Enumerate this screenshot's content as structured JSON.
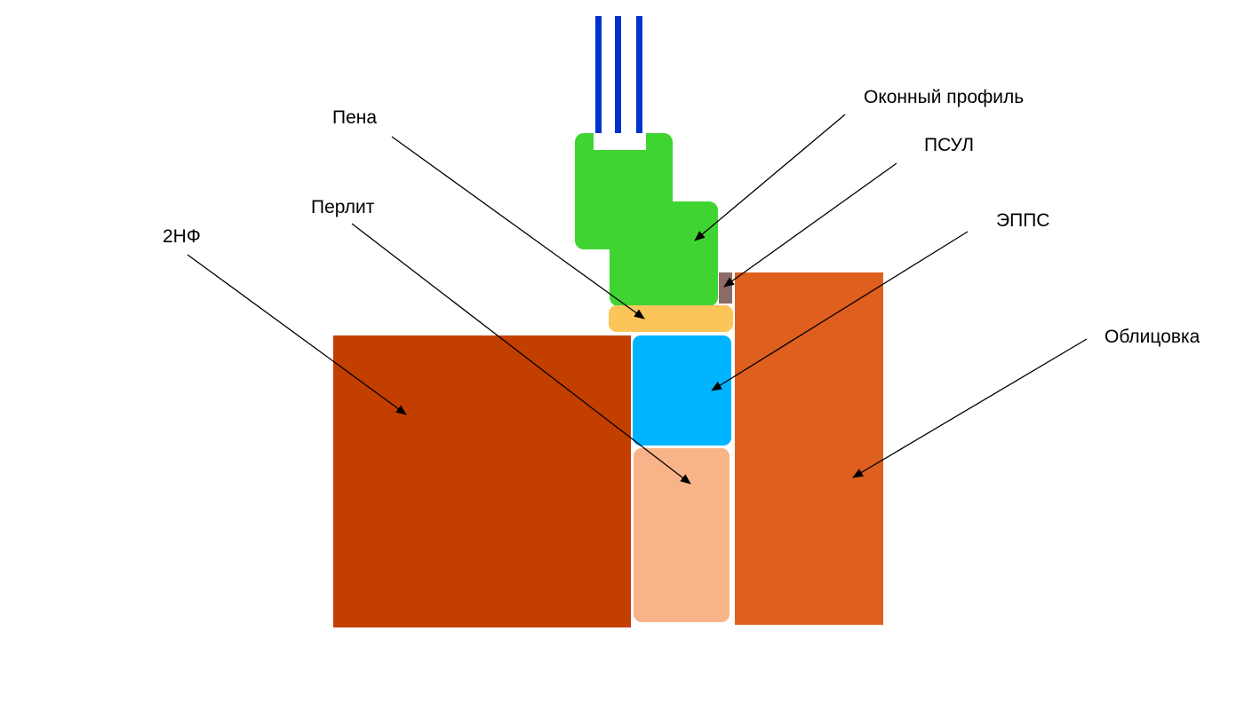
{
  "labels": {
    "window_profile": "Оконный профиль",
    "foam": "Пена",
    "psul": "ПСУЛ",
    "perlite": "Перлит",
    "eps": "ЭППС",
    "brick_2nf": "2НФ",
    "cladding": "Облицовка"
  },
  "colors": {
    "glass_lines": "#0033cc",
    "window_profile": "#40d432",
    "psul": "#8c6c68",
    "foam": "#fcc55a",
    "eps": "#00b4ff",
    "perlite": "#f8b488",
    "brick_2nf": "#c33f00",
    "cladding": "#df5f1e",
    "leader_lines": "#000000"
  }
}
